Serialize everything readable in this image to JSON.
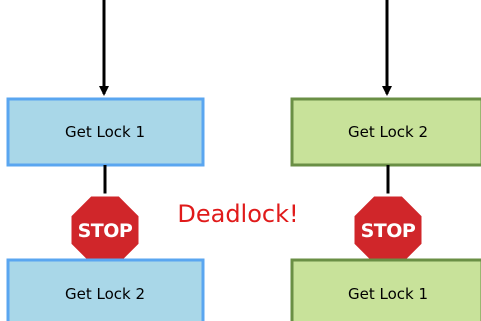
{
  "colors": {
    "left_fill": "#a9d7e8",
    "left_stroke": "#5aa6f0",
    "right_fill": "#c8e29a",
    "right_stroke": "#6a8f45",
    "stop_fill": "#d0262a",
    "stop_inner_ring": "#ffffff",
    "deadlock_text": "#e01a1a",
    "line": "#000000"
  },
  "left_flow": {
    "top_box": {
      "label": "Get Lock 1"
    },
    "stop_sign": {
      "label": "STOP",
      "icon": "stop-sign-icon"
    },
    "bottom_box": {
      "label": "Get Lock 2"
    }
  },
  "right_flow": {
    "top_box": {
      "label": "Get Lock 2"
    },
    "stop_sign": {
      "label": "STOP",
      "icon": "stop-sign-icon"
    },
    "bottom_box": {
      "label": "Get Lock 1"
    }
  },
  "deadlock_label": "Deadlock!"
}
